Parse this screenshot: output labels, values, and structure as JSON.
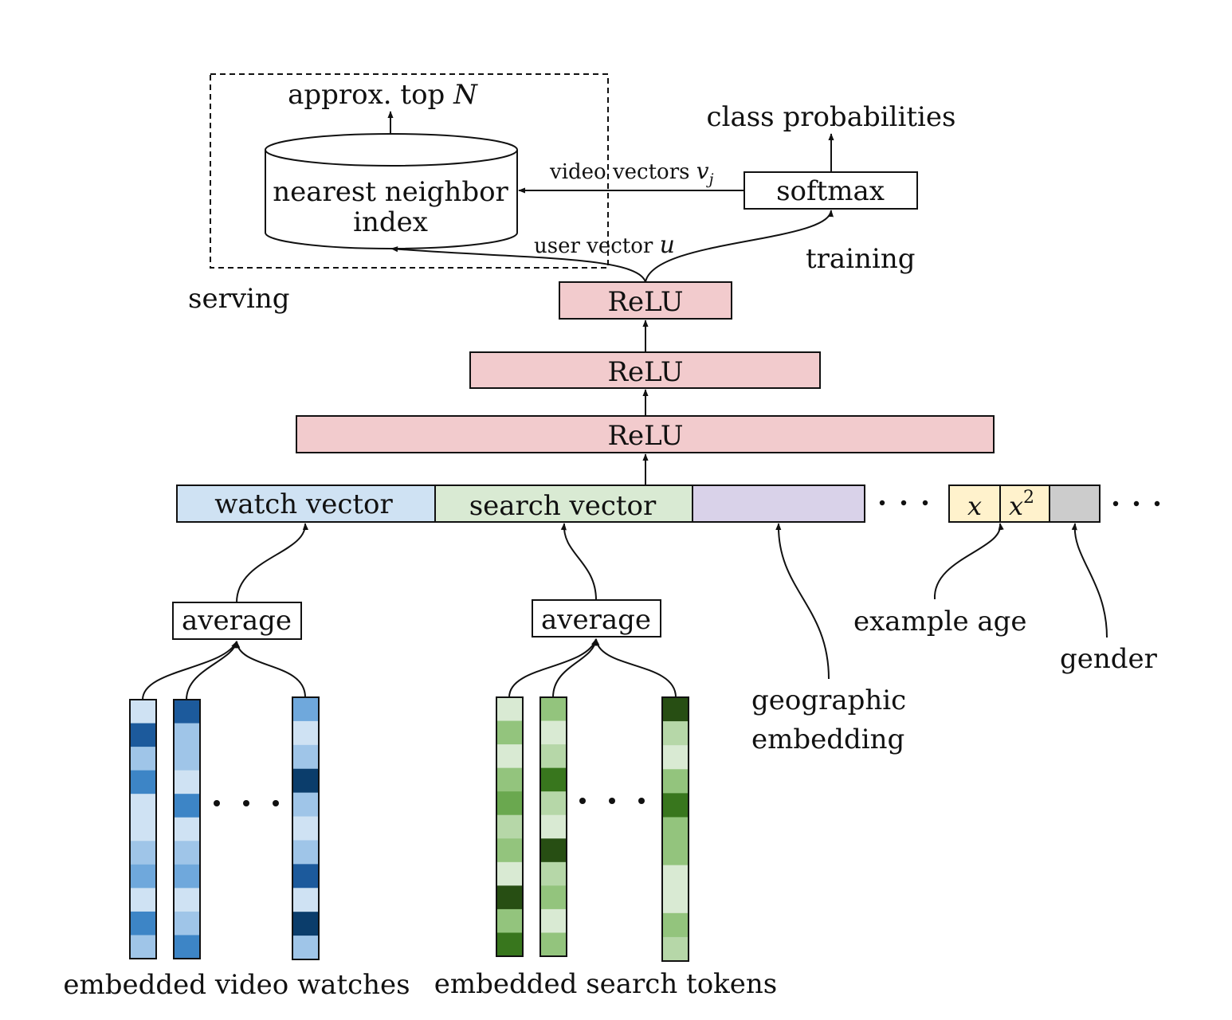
{
  "labels": {
    "approx_top": "approx. top",
    "approx_top_var": "N",
    "nn_index_line1": "nearest neighbor",
    "nn_index_line2": "index",
    "serving": "serving",
    "class_probabilities": "class probabilities",
    "video_vectors": "video vectors",
    "video_vectors_var": "v",
    "video_vectors_sub": "j",
    "softmax": "softmax",
    "user_vector": "user vector",
    "user_vector_var": "u",
    "training": "training",
    "relu_top": "ReLU",
    "relu_mid": "ReLU",
    "relu_bottom": "ReLU",
    "watch_vector": "watch vector",
    "search_vector": "search vector",
    "feature_x": "x",
    "feature_x2": "x",
    "feature_x2_exp": "2",
    "average_watch": "average",
    "average_search": "average",
    "geographic_line1": "geographic",
    "geographic_line2": "embedding",
    "example_age": "example age",
    "gender": "gender",
    "embedded_video_watches": "embedded video watches",
    "embedded_search_tokens": "embedded search tokens"
  },
  "colors": {
    "relu_fill": "#f2cbcd",
    "watch_fill": "#cfe2f3",
    "search_fill": "#d9ead3",
    "geo_fill": "#d9d2e9",
    "age_fill": "#fff2cc",
    "gender_fill": "#cccccc"
  },
  "embeddings": {
    "watch_columns": [
      [
        "#cfe2f3",
        "#1c5a9c",
        "#9fc5e8",
        "#3d85c6",
        "#cfe2f3",
        "#cfe2f3",
        "#9fc5e8",
        "#6fa8dc",
        "#cfe2f3",
        "#3d85c6",
        "#9fc5e8"
      ],
      [
        "#1c5a9c",
        "#9fc5e8",
        "#9fc5e8",
        "#cfe2f3",
        "#3d85c6",
        "#cfe2f3",
        "#9fc5e8",
        "#6fa8dc",
        "#cfe2f3",
        "#9fc5e8",
        "#3d85c6"
      ],
      [
        "#6fa8dc",
        "#cfe2f3",
        "#9fc5e8",
        "#0b3d6b",
        "#9fc5e8",
        "#cfe2f3",
        "#9fc5e8",
        "#1c5a9c",
        "#cfe2f3",
        "#0b3d6b",
        "#9fc5e8"
      ]
    ],
    "search_columns": [
      [
        "#d9ead3",
        "#93c47d",
        "#d9ead3",
        "#93c47d",
        "#6aa84f",
        "#b6d7a8",
        "#93c47d",
        "#d9ead3",
        "#274e13",
        "#93c47d",
        "#38761d"
      ],
      [
        "#93c47d",
        "#d9ead3",
        "#b6d7a8",
        "#38761d",
        "#b6d7a8",
        "#d9ead3",
        "#274e13",
        "#b6d7a8",
        "#93c47d",
        "#d9ead3",
        "#93c47d"
      ],
      [
        "#274e13",
        "#b6d7a8",
        "#d9ead3",
        "#93c47d",
        "#38761d",
        "#93c47d",
        "#93c47d",
        "#d9ead3",
        "#d9ead3",
        "#93c47d",
        "#b6d7a8"
      ]
    ]
  }
}
